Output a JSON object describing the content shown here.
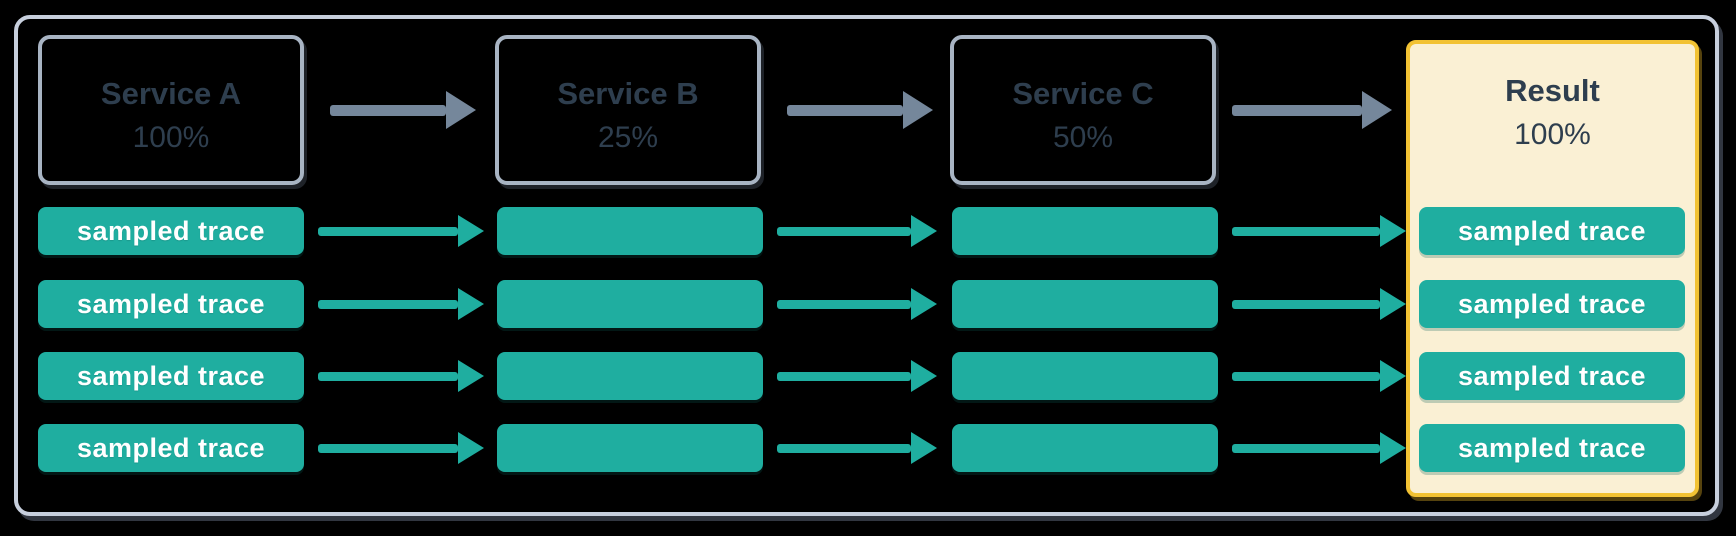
{
  "colors": {
    "background": "#000000",
    "frame_border": "#C7CFDD",
    "service_border": "#A8B4C3",
    "arrow_gray": "#75879B",
    "teal": "#1FAEA0",
    "ink": "#2E3E4E",
    "trace_text": "#FFFFFF",
    "result_bg": "#FAF0D4",
    "result_border": "#F2C233"
  },
  "diagram": {
    "services": [
      {
        "title": "Service A",
        "rate": "100%"
      },
      {
        "title": "Service B",
        "rate": "25%"
      },
      {
        "title": "Service C",
        "rate": "50%"
      }
    ],
    "result": {
      "title": "Result",
      "rate": "100%"
    },
    "trace_label": "sampled trace",
    "rows": 4
  }
}
